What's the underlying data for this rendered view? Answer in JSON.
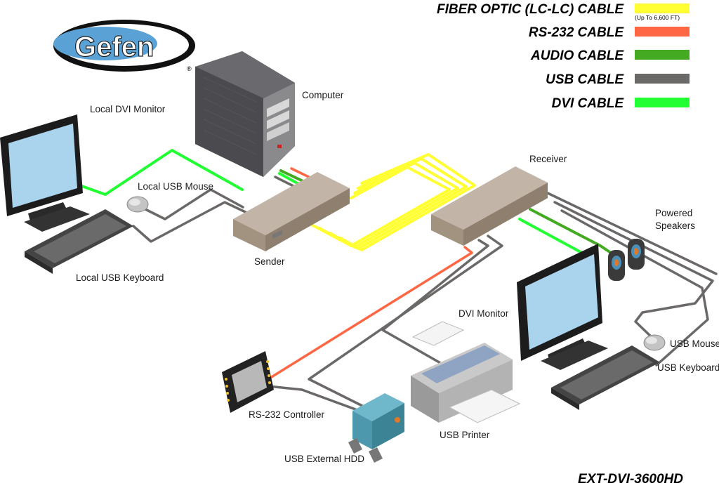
{
  "brand": {
    "name": "Gefen",
    "registered": "®"
  },
  "model": "EXT-DVI-3600HD",
  "colors": {
    "fiber": "#ffff33",
    "rs232": "#ff6644",
    "audio": "#44aa22",
    "usb": "#6b6868",
    "dvi": "#22ff33"
  },
  "legend": [
    {
      "label": "FIBER OPTIC (LC-LC) CABLE",
      "note": "(Up To 6,600 FT)",
      "color": "#ffff33"
    },
    {
      "label": "RS-232 CABLE",
      "note": "",
      "color": "#ff6644"
    },
    {
      "label": "AUDIO CABLE",
      "note": "",
      "color": "#44aa22"
    },
    {
      "label": "USB CABLE",
      "note": "",
      "color": "#6b6868"
    },
    {
      "label": "DVI CABLE",
      "note": "",
      "color": "#22ff33"
    }
  ],
  "labels": {
    "computer": "Computer",
    "local_monitor": "Local DVI Monitor",
    "local_mouse": "Local USB Mouse",
    "local_keyboard": "Local USB Keyboard",
    "sender": "Sender",
    "receiver": "Receiver",
    "speakers_1": "Powered",
    "speakers_2": "Speakers",
    "dvi_monitor": "DVI  Monitor",
    "usb_mouse": "USB Mouse",
    "usb_keyboard": "USB Keyboard",
    "rs232_controller": "RS-232 Controller",
    "usb_printer": "USB Printer",
    "usb_hdd": "USB External HDD"
  }
}
